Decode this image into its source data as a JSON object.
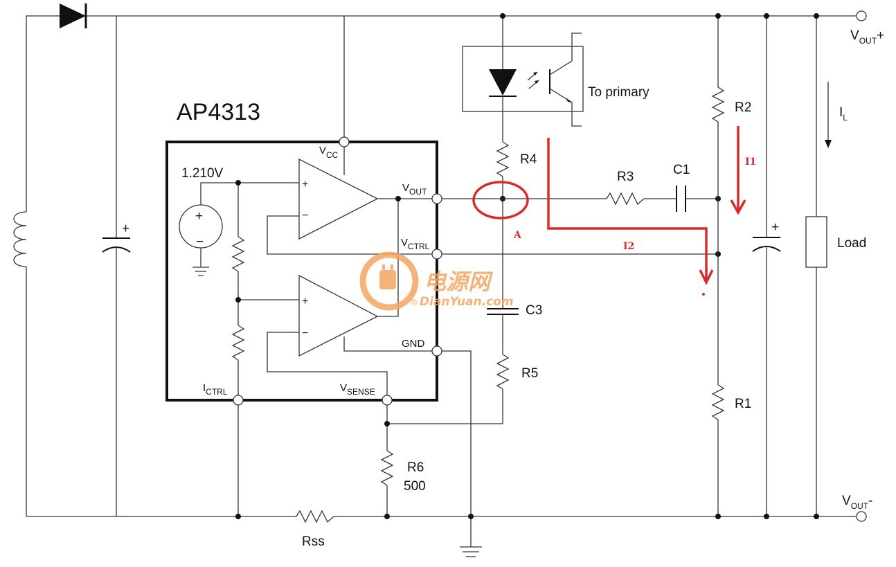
{
  "labels": {
    "chip": "AP4313",
    "ref_voltage": "1.210V",
    "vcc": {
      "main": "V",
      "sub": "CC"
    },
    "vout_pin": {
      "main": "V",
      "sub": "OUT"
    },
    "vctrl_pin": {
      "main": "V",
      "sub": "CTRL"
    },
    "gnd_pin": "GND",
    "ictrl_pin": {
      "main": "I",
      "sub": "CTRL"
    },
    "vsense_pin": {
      "main": "V",
      "sub": "SENSE"
    },
    "opto": "To primary",
    "r1": "R1",
    "r2": "R2",
    "r3": "R3",
    "r4": "R4",
    "r5": "R5",
    "r6": "R6",
    "r6_value": "500",
    "rss": "Rss",
    "c1": "C1",
    "c3": "C3",
    "load": "Load",
    "vout_plus": {
      "main": "V",
      "sub": "OUT",
      "suffix": "+"
    },
    "vout_minus": {
      "main": "V",
      "sub": "OUT",
      "suffix": "-"
    },
    "il": {
      "main": "I",
      "sub": "L"
    },
    "point_a": "A",
    "i1": "I1",
    "i2": "I2",
    "plus_sign": "+",
    "minus_sign": "−"
  },
  "watermark": {
    "cn": "电源网",
    "en": "DianYuan.com",
    "circle": "®"
  },
  "colors": {
    "annotation": "#d62b2b",
    "watermark": "#f5a662"
  }
}
